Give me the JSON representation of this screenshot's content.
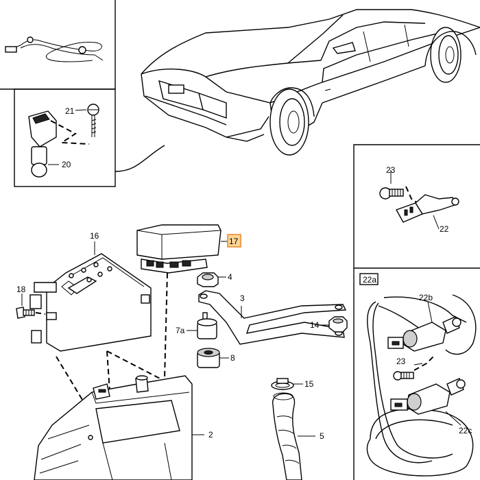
{
  "labels": {
    "l2": "2",
    "l3": "3",
    "l4": "4",
    "l5": "5",
    "l7a": "7a",
    "l8": "8",
    "l14": "14",
    "l15": "15",
    "l16": "16",
    "l17": "17",
    "l18": "18",
    "l20": "20",
    "l21": "21",
    "l22": "22",
    "l22a": "22a",
    "l22b": "22b",
    "l22c": "22c",
    "l23a": "23",
    "l23b": "23"
  },
  "colors": {
    "highlight_fill": "#fcd596",
    "highlight_border": "#e8862a",
    "line": "#000000"
  }
}
